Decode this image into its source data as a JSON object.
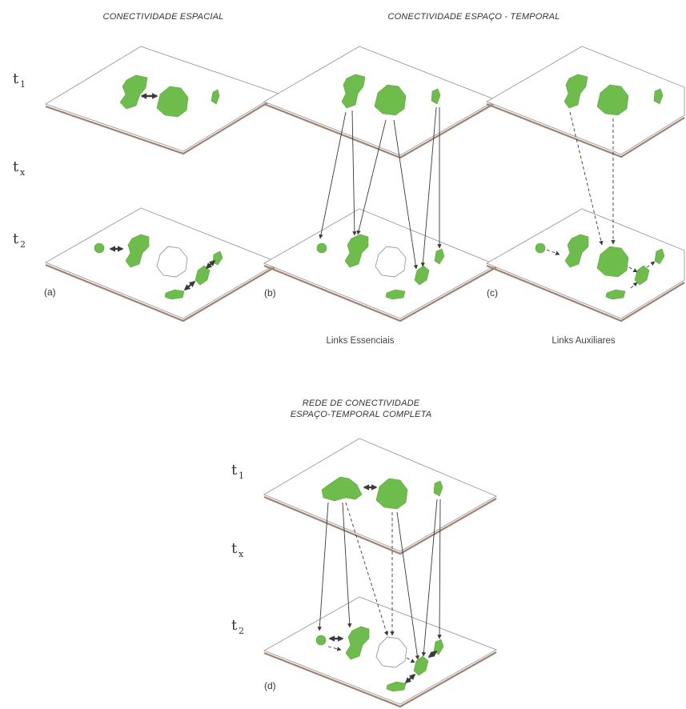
{
  "headings": {
    "spatial": "CONECTIVIDADE ESPACIAL",
    "spatiotemporal": "CONECTIVIDADE ESPAÇO - TEMPORAL",
    "complete_line1": "REDE DE CONECTIVIDADE",
    "complete_line2": "ESPAÇO-TEMPORAL COMPLETA"
  },
  "time_labels": {
    "t1_base": "t",
    "t1_sub": "1",
    "tx_base": "t",
    "tx_sub": "x",
    "t2_base": "t",
    "t2_sub": "2"
  },
  "panel_labels": {
    "a": "(a)",
    "b": "(b)",
    "c": "(c)",
    "d": "(d)"
  },
  "captions": {
    "essential": "Links Essenciais",
    "auxiliary": "Links Auxiliares"
  },
  "colors": {
    "habitat_patch": "#6dbc4c",
    "plane_edge": "#a08070",
    "link": "#3a3a3a"
  }
}
